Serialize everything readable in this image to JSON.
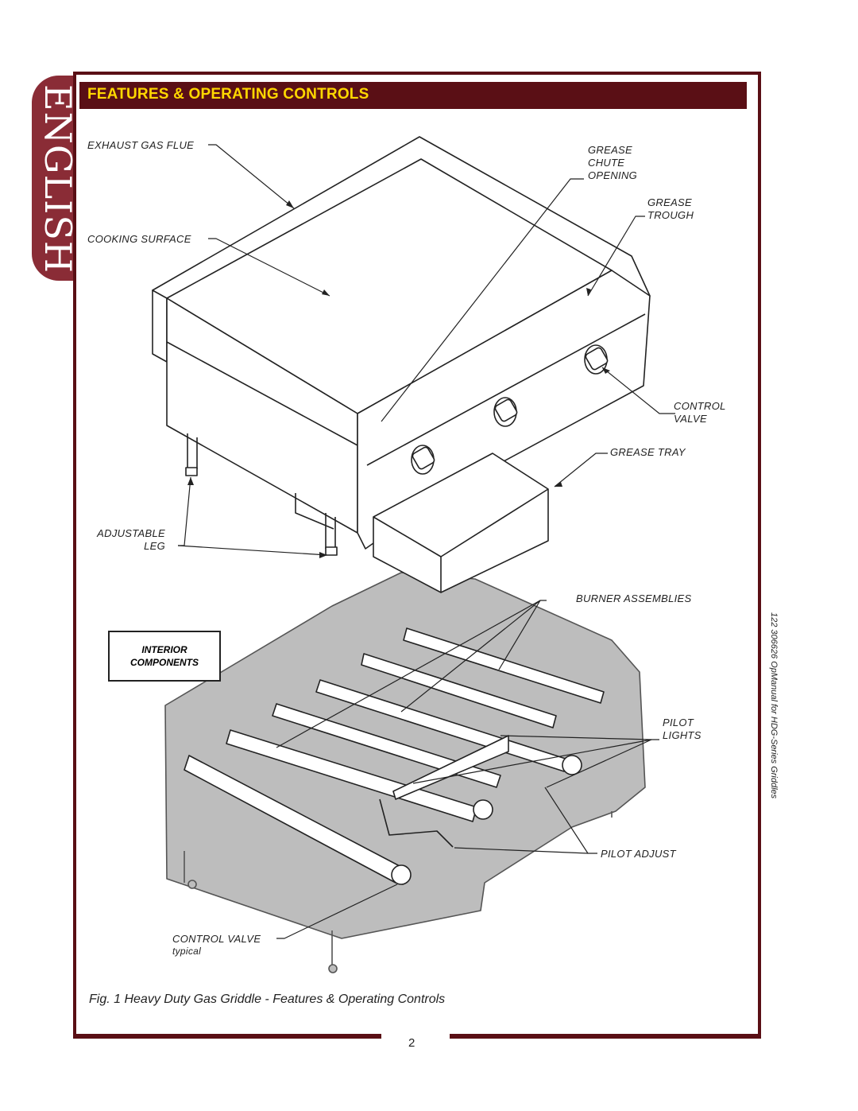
{
  "language_tab": "ENGLISH",
  "header": {
    "title": "FEATURES & OPERATING CONTROLS"
  },
  "labels": {
    "exhaust_gas_flue": "EXHAUST GAS FLUE",
    "cooking_surface": "COOKING SURFACE",
    "grease_chute_opening_1": "GREASE",
    "grease_chute_opening_2": "CHUTE",
    "grease_chute_opening_3": "OPENING",
    "grease_trough_1": "GREASE",
    "grease_trough_2": "TROUGH",
    "control_valve_1": "CONTROL",
    "control_valve_2": "VALVE",
    "grease_tray": "GREASE TRAY",
    "adjustable_leg_1": "ADJUSTABLE",
    "adjustable_leg_2": "LEG",
    "burner_assemblies": "BURNER ASSEMBLIES",
    "interior_1": "INTERIOR",
    "interior_2": "COMPONENTS",
    "pilot_lights_1": "PILOT",
    "pilot_lights_2": "LIGHTS",
    "pilot_adjust": "PILOT ADJUST",
    "control_valve_typical_1": "CONTROL VALVE",
    "control_valve_typical_2": "typical"
  },
  "caption": "Fig. 1  Heavy Duty Gas Griddle - Features & Operating Controls",
  "side_text": "122   306626  OpManual for HDG-Series Griddles",
  "page_number": "2",
  "colors": {
    "accent": "#5a0f15",
    "tab": "#8a2c36",
    "title": "#ffd700",
    "interior_fill": "#bdbdbd"
  }
}
